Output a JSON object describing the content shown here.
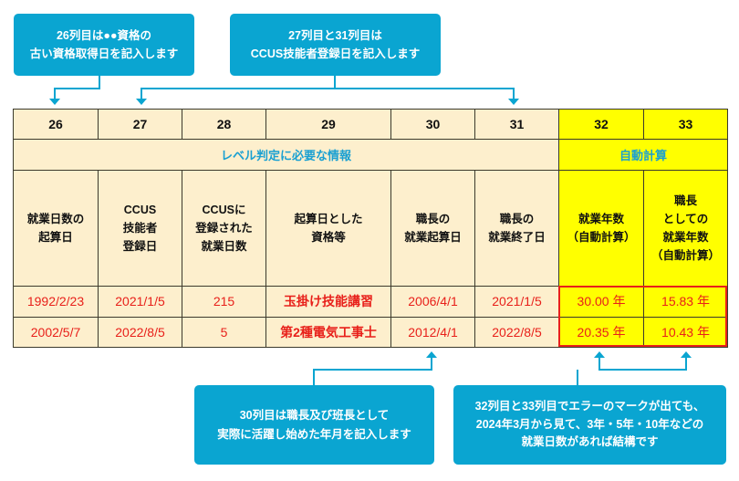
{
  "callouts": {
    "col26": {
      "text": "26列目は●●資格の\n古い資格取得日を記入します"
    },
    "col27_31": {
      "text": "27列目と31列目は\nCCUS技能者登録日を記入します"
    },
    "col30": {
      "text": "30列目は職長及び班長として\n実際に活躍し始めた年月を記入します"
    },
    "col32_33": {
      "text": "32列目と33列目でエラーのマークが出ても、\n2024年3月から見て、3年・5年・10年などの\n就業日数があれば結構です"
    }
  },
  "table": {
    "column_numbers": [
      "26",
      "27",
      "28",
      "29",
      "30",
      "31",
      "32",
      "33"
    ],
    "group_headers": [
      {
        "label": "レベル判定に必要な情報",
        "span": 6
      },
      {
        "label": "自動計算",
        "span": 2
      }
    ],
    "headers": [
      "就業日数の\n起算日",
      "CCUS\n技能者\n登録日",
      "CCUSに\n登録された\n就業日数",
      "起算日とした\n資格等",
      "職長の\n就業起算日",
      "職長の\n就業終了日",
      "就業年数\n（自動計算）",
      "職長\nとしての\n就業年数\n（自動計算）"
    ],
    "rows": [
      [
        "1992/2/23",
        "2021/1/5",
        "215",
        "玉掛け技能講習",
        "2006/4/1",
        "2021/1/5",
        "30.00 年",
        "15.83 年"
      ],
      [
        "2002/5/7",
        "2022/8/5",
        "5",
        "第2種電気工事士",
        "2012/4/1",
        "2022/8/5",
        "20.35 年",
        "10.43 年"
      ]
    ]
  },
  "colors": {
    "callout_bg": "#0aa5d1",
    "cream_cell": "#fdefcd",
    "auto_calc_cell": "#ffff00",
    "data_text": "#e8201a",
    "group_header_text": "#1aa0d2",
    "error_frame": "#e8201a"
  }
}
